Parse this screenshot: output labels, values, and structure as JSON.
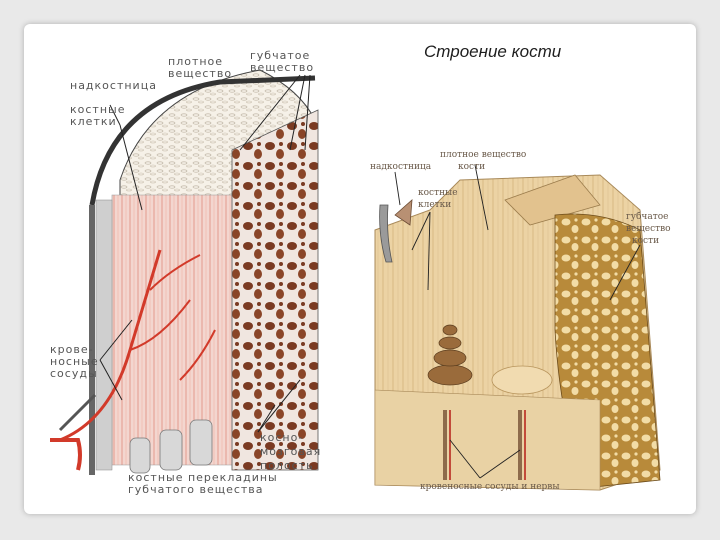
{
  "slide": {
    "title": "Строение кости"
  },
  "left_figure": {
    "labels": {
      "compact_1": "плотное",
      "compact_2": "вещество",
      "spongy_1": "губчатое",
      "spongy_2": "вещество",
      "periosteum": "надкостница",
      "cells_1": "костные",
      "cells_2": "клетки",
      "vessels_1": "крове-",
      "vessels_2": "носные",
      "vessels_3": "сосуды",
      "marrow_1": "косно-",
      "marrow_2": "мозговая",
      "marrow_3": "полость",
      "trabeculae_1": "костные перекладины",
      "trabeculae_2": "губчатого вещества"
    }
  },
  "right_figure": {
    "labels": {
      "compact_1": "плотное вещество",
      "compact_2": "кости",
      "periosteum": "надкостница",
      "cells_1": "костные",
      "cells_2": "клетки",
      "spongy_1": "губчатое",
      "spongy_2": "вещество",
      "spongy_3": "кости",
      "vessels": "кровеносные сосуды и нервы"
    }
  },
  "colors": {
    "background": "#e9e9e9",
    "slide": "#ffffff",
    "vessel_red": "#d23a2a",
    "spongy_brown": "#7a3a22",
    "bone_tan": "#e7cf9f"
  }
}
